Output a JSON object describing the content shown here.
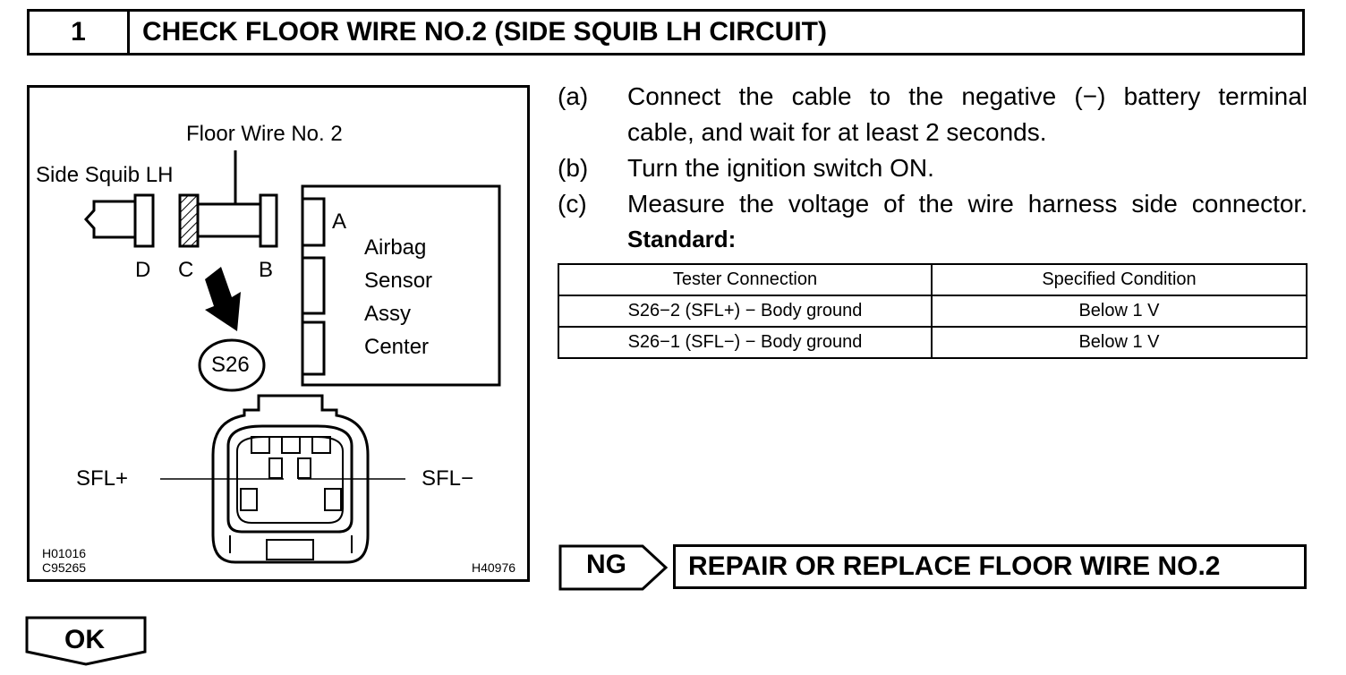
{
  "header": {
    "step_number": "1",
    "title": "CHECK FLOOR WIRE NO.2 (SIDE SQUIB LH CIRCUIT)"
  },
  "illustration": {
    "floor_wire_label": "Floor Wire No. 2",
    "side_squib_label": "Side Squib LH",
    "connector_a": "A",
    "connector_b": "B",
    "connector_c": "C",
    "connector_d": "D",
    "airbag_lines": [
      "Airbag",
      "Sensor",
      "Assy",
      "Center"
    ],
    "connector_id": "S26",
    "sfl_plus": "SFL+",
    "sfl_minus": "SFL−",
    "code_1": "H01016",
    "code_2": "C95265",
    "code_3": "H40976"
  },
  "procedure": {
    "steps": [
      {
        "key": "(a)",
        "lines": [
          "Connect the cable to the negative (−) battery terminal",
          "cable, and wait for at least 2 seconds."
        ]
      },
      {
        "key": "(b)",
        "lines": [
          "Turn the ignition switch ON."
        ]
      },
      {
        "key": "(c)",
        "lines": [
          "Measure the voltage of the wire harness side connector."
        ]
      }
    ],
    "standard_label": "Standard:"
  },
  "spec_table": {
    "headers": [
      "Tester Connection",
      "Specified Condition"
    ],
    "rows": [
      [
        "S26−2 (SFL+) − Body ground",
        "Below 1 V"
      ],
      [
        "S26−1 (SFL−) − Body ground",
        "Below 1 V"
      ]
    ]
  },
  "results": {
    "ng_label": "NG",
    "ng_action": "REPAIR OR REPLACE FLOOR WIRE NO.2",
    "ok_label": "OK"
  }
}
